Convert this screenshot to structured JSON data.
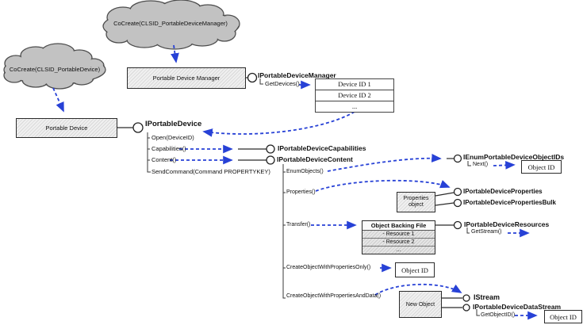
{
  "colors": {
    "arrow_blue": "#2741d6",
    "cloud_fill": "#c2c2c2",
    "line_black": "#2b2b2b"
  },
  "clouds": {
    "manager": {
      "label": "CoCreate(CLSID_PortableDeviceManager)"
    },
    "device": {
      "label": "CoCreate(CLSID_PortableDevice)"
    }
  },
  "manager": {
    "box_label": "Portable Device Manager",
    "interface": "IPortableDeviceManager",
    "method": "GetDevices()",
    "device_list": [
      "Device ID 1",
      "Device ID 2",
      "..."
    ]
  },
  "device": {
    "box_label": "Portable Device",
    "interface": "IPortableDevice",
    "methods": [
      "Open(DeviceID)",
      "Capabilities()",
      "Content()",
      "SendCommand(Command PROPERTYKEY)"
    ]
  },
  "capabilities": {
    "interface": "IPortableDeviceCapabilities"
  },
  "content": {
    "interface": "IPortableDeviceContent",
    "methods": [
      "EnumObjects()",
      "Properties()",
      "Transfer()",
      "CreateObjectWithPropertiesOnly()",
      "CreateObjectWithPropertiesAndData()"
    ]
  },
  "enum": {
    "interface": "IEnumPortableDeviceObjectIDs",
    "method": "Next()",
    "object_id": "Object ID"
  },
  "properties": {
    "box_label_line1": "Properties",
    "box_label_line2": "object",
    "interface1": "IPortableDeviceProperties",
    "interface2": "IPortableDevicePropertiesBulk"
  },
  "resources": {
    "box_header": "Object Backing File",
    "rows": [
      "- Resource 1",
      "- Resource 2",
      "..."
    ],
    "interface": "IPortableDeviceResources",
    "method": "GetStream()"
  },
  "create_only": {
    "object_id": "Object ID"
  },
  "create_data": {
    "box_label": "New Object",
    "interface1": "IStream",
    "interface2": "IPortableDeviceDataStream",
    "method": "GetObjectID()",
    "object_id": "Object ID"
  }
}
